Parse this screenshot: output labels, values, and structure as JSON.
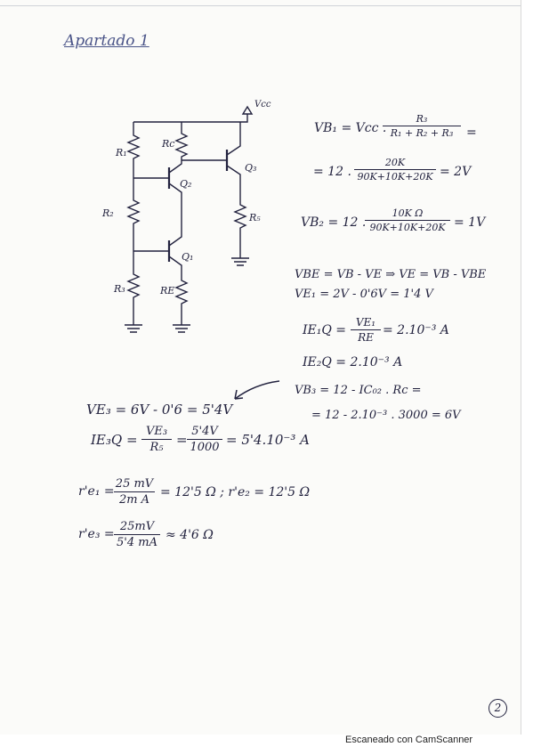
{
  "title": "Apartado 1",
  "circuit": {
    "vcc": "Vcc",
    "r1": "R₁",
    "r2": "R₂",
    "r3": "R₃",
    "rc": "Rc",
    "re": "RE",
    "r5": "R₅",
    "q1": "Q₁",
    "q2": "Q₂",
    "q3": "Q₃"
  },
  "eq": {
    "vb1_lhs": "VB₁ = Vcc .",
    "vb1_num": "R₃",
    "vb1_den": "R₁ + R₂ + R₃",
    "vb1_eqsign": "=",
    "vb1_line2_pre": "= 12 .",
    "vb1_line2_num": "20K",
    "vb1_line2_den": "90K+10K+20K",
    "vb1_line2_res": "= 2V",
    "vb2_lhs": "VB₂ = 12 .",
    "vb2_num": "10K Ω",
    "vb2_den": "90K+10K+20K",
    "vb2_res": "= 1V",
    "vbe": "VBE = VB - VE ⇒ VE = VB - VBE",
    "ve1": "VE₁ = 2V - 0'6V = 1'4 V",
    "ie1q_lhs": "IE₁Q =",
    "ie1q_num": "VE₁",
    "ie1q_den": "RE",
    "ie1q_res": "= 2.10⁻³ A",
    "ie2q": "IE₂Q = 2.10⁻³ A",
    "vb3_line1": "VB₃ = 12 - IC₀₂ . Rc =",
    "vb3_line2": "= 12 - 2.10⁻³ . 3000 = 6V",
    "ve3": "VE₃ = 6V - 0'6 = 5'4V",
    "ie3q_lhs": "IE₃Q =",
    "ie3q_num": "VE₃",
    "ie3q_den": "R₅",
    "ie3q_eq": "=",
    "ie3q_num2": "5'4V",
    "ie3q_den2": "1000",
    "ie3q_res": "= 5'4.10⁻³ A",
    "re1_lhs": "r'e₁ =",
    "re1_num": "25 mV",
    "re1_den": "2m A",
    "re1_res": "= 12'5 Ω  ;  r'e₂ = 12'5 Ω",
    "re3_lhs": "r'e₃ =",
    "re3_num": "25mV",
    "re3_den": "5'4 mA",
    "re3_res": "≈ 4'6 Ω"
  },
  "page_number": "2",
  "footer": "Escaneado con CamScanner"
}
